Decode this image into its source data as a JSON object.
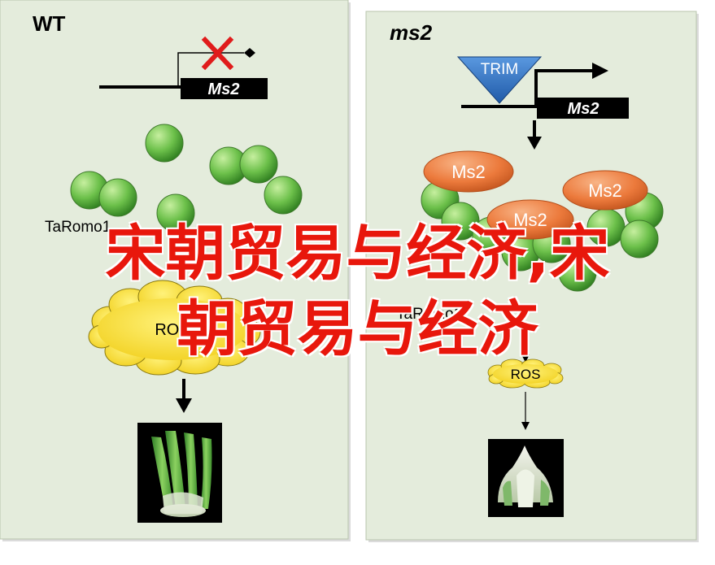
{
  "panels": {
    "wt": {
      "title": "WT",
      "gene": "Ms2",
      "target": "TaRomo1",
      "ros": "ROS"
    },
    "mutant": {
      "title": "ms2",
      "trim": "TRIM",
      "gene": "Ms2",
      "protein_labels": [
        "Ms2",
        "Ms2",
        "Ms2"
      ],
      "target": "TaRomo1",
      "ros": "ROS"
    }
  },
  "overlay": {
    "line1": "宋朝贸易与经济,宋",
    "line2": "朝贸易与经济"
  },
  "colors": {
    "panel_bg": "#e4ecdc",
    "protein_green": "#6cc04a",
    "ms2_orange": "#ec7a3c",
    "trim_blue": "#2f6fbf",
    "ros_yellow": "#f5dd2a",
    "inhibit_red": "#e01b1b",
    "overlay_red": "#e8170c"
  }
}
